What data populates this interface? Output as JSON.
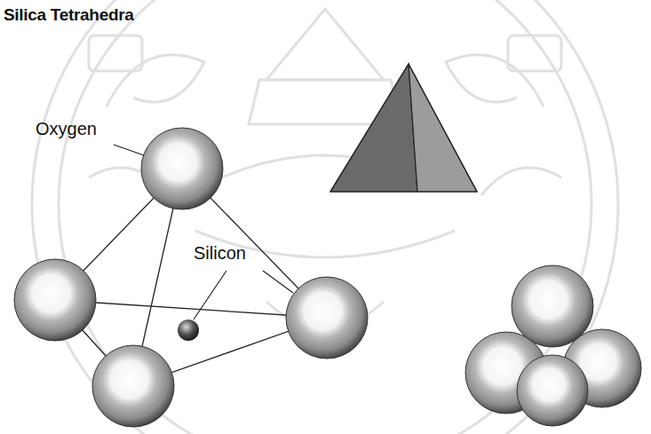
{
  "diagram": {
    "title": "Silica Tetrahedra",
    "labels": [
      "Oxygen",
      "Silicon"
    ]
  }
}
